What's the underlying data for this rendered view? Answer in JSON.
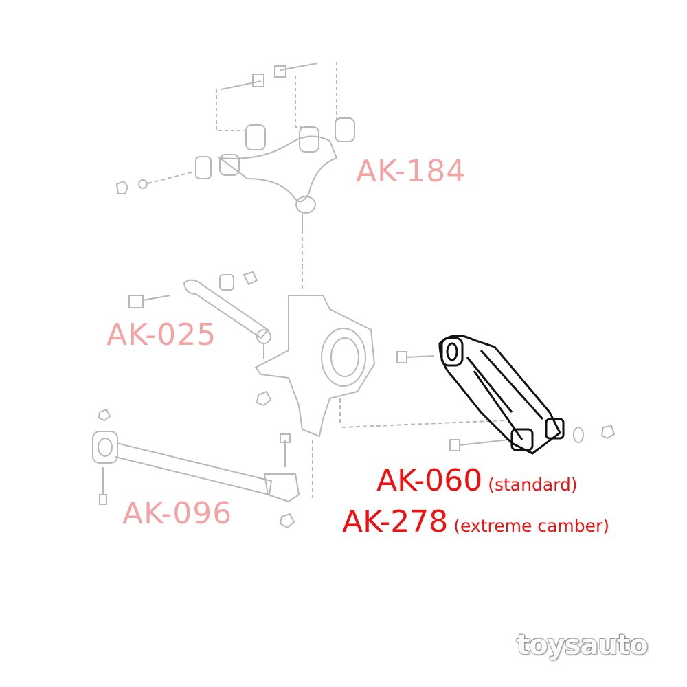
{
  "labels": {
    "upper_arm": "AK-184",
    "toe_arm": "AK-025",
    "trailing_arm": "AK-096",
    "lower_arm_standard": {
      "part": "AK-060",
      "note": "(standard)"
    },
    "lower_arm_extreme": {
      "part": "AK-278",
      "note": "(extreme camber)"
    }
  },
  "logo": "toysauto",
  "colors": {
    "faded_label": "#f3a3a3",
    "highlight_label": "#ee1111",
    "faded_parts": "#b8b8b8",
    "highlight_part": "#111111"
  }
}
